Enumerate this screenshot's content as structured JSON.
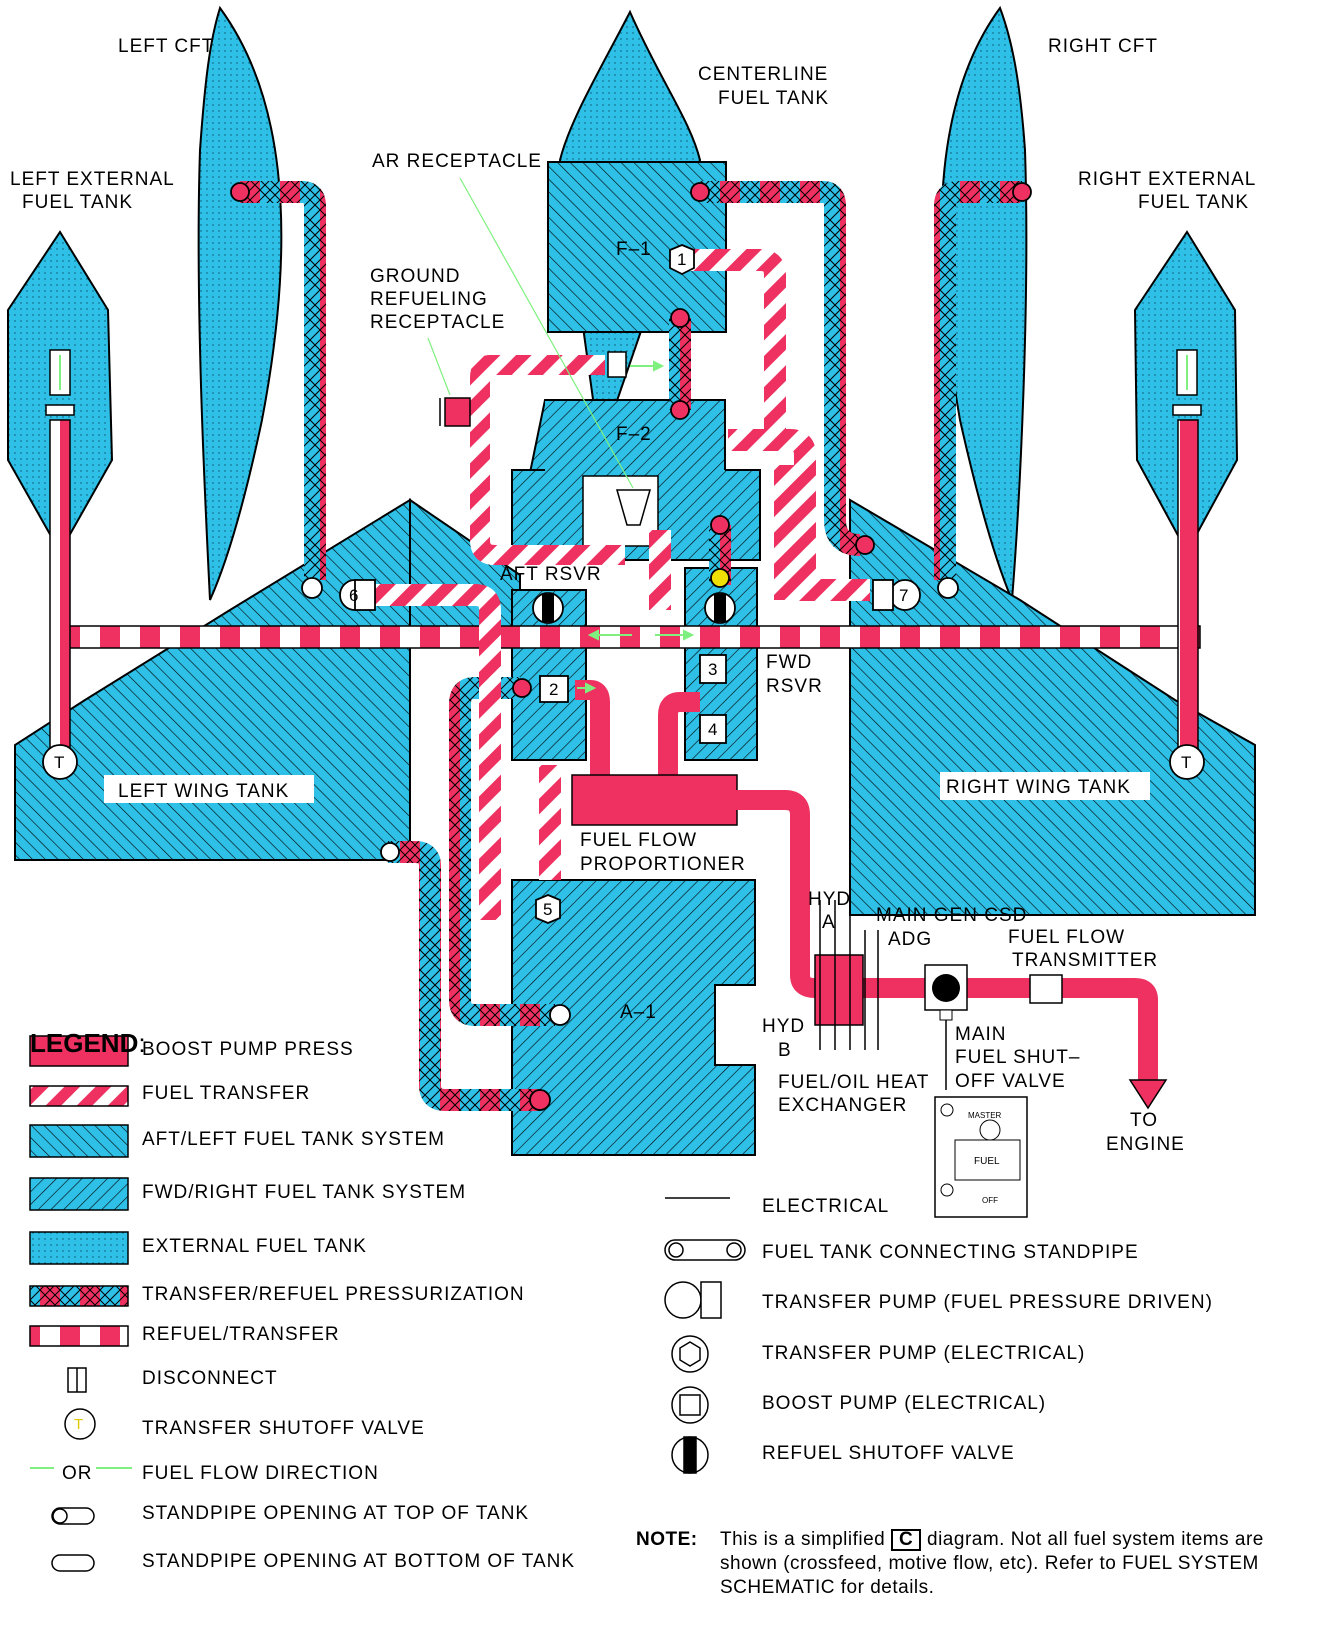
{
  "colors": {
    "tank_blue": "#2ec0e6",
    "pressure_pink": "#ee3160",
    "outline": "#000000",
    "flow_arrow": "#7ff07f",
    "valve_yellow": "#f0e000"
  },
  "labels": {
    "left_cft": "LEFT CFT",
    "right_cft": "RIGHT CFT",
    "centerline_1": "CENTERLINE",
    "centerline_2": "FUEL TANK",
    "ar_receptacle": "AR RECEPTACLE",
    "left_ext_1": "LEFT EXTERNAL",
    "left_ext_2": "FUEL TANK",
    "right_ext_1": "RIGHT EXTERNAL",
    "right_ext_2": "FUEL TANK",
    "ground_refuel_1": "GROUND",
    "ground_refuel_2": "REFUELING",
    "ground_refuel_3": "RECEPTACLE",
    "f1": "F–1",
    "f2": "F–2",
    "a1": "A–1",
    "aft_rsvr": "AFT RSVR",
    "fwd_rsvr_1": "FWD",
    "fwd_rsvr_2": "RSVR",
    "left_wing": "LEFT WING TANK",
    "right_wing": "RIGHT WING TANK",
    "ffp_1": "FUEL FLOW",
    "ffp_2": "PROPORTIONER",
    "hyd_a_1": "HYD",
    "hyd_a_2": "A",
    "hyd_b_1": "HYD",
    "hyd_b_2": "B",
    "main_gen": "MAIN GEN CSD",
    "adg": "ADG",
    "fft_1": "FUEL FLOW",
    "fft_2": "TRANSMITTER",
    "heat_ex_1": "FUEL/OIL HEAT",
    "heat_ex_2": "EXCHANGER",
    "shutoff_1": "MAIN",
    "shutoff_2": "FUEL SHUT–",
    "shutoff_3": "OFF VALVE",
    "to_engine_1": "TO",
    "to_engine_2": "ENGINE",
    "t_left": "T",
    "t_right": "T",
    "pump_1": "1",
    "pump_2": "2",
    "pump_3": "3",
    "pump_4": "4",
    "pump_5": "5",
    "pump_6": "6",
    "pump_7": "7",
    "switch_master": "MASTER",
    "switch_fuel": "FUEL",
    "switch_off": "OFF"
  },
  "legend": {
    "title": "LEGEND",
    "title_colon": ":",
    "left_items": [
      {
        "icon": "boost-pump-press",
        "text": "BOOST PUMP PRESS"
      },
      {
        "icon": "fuel-transfer",
        "text": "FUEL TRANSFER"
      },
      {
        "icon": "aft-left-tank",
        "text": "AFT/LEFT FUEL TANK SYSTEM"
      },
      {
        "icon": "fwd-right-tank",
        "text": "FWD/RIGHT FUEL TANK SYSTEM"
      },
      {
        "icon": "external-tank",
        "text": "EXTERNAL FUEL TANK"
      },
      {
        "icon": "transfer-refuel-pressurization",
        "text": "TRANSFER/REFUEL PRESSURIZATION"
      },
      {
        "icon": "refuel-transfer",
        "text": "REFUEL/TRANSFER"
      },
      {
        "icon": "disconnect",
        "text": "DISCONNECT"
      },
      {
        "icon": "transfer-shutoff-valve",
        "text": "TRANSFER SHUTOFF VALVE"
      },
      {
        "icon": "fuel-flow-direction",
        "text": "FUEL FLOW DIRECTION",
        "prefix": "OR"
      },
      {
        "icon": "standpipe-top",
        "text": "STANDPIPE OPENING AT TOP OF TANK"
      },
      {
        "icon": "standpipe-bottom",
        "text": "STANDPIPE OPENING AT BOTTOM OF TANK"
      }
    ],
    "right_items": [
      {
        "icon": "electrical",
        "text": "ELECTRICAL"
      },
      {
        "icon": "connecting-standpipe",
        "text": "FUEL TANK CONNECTING STANDPIPE"
      },
      {
        "icon": "transfer-pump-fuel-pressure",
        "text": "TRANSFER PUMP (FUEL PRESSURE DRIVEN)"
      },
      {
        "icon": "transfer-pump-electrical",
        "text": "TRANSFER PUMP (ELECTRICAL)"
      },
      {
        "icon": "boost-pump-electrical",
        "text": "BOOST PUMP (ELECTRICAL)"
      },
      {
        "icon": "refuel-shutoff-valve",
        "text": "REFUEL SHUTOFF VALVE"
      }
    ],
    "t_symbol": "T"
  },
  "note": {
    "label": "NOTE:",
    "before_box": "This is a simplified",
    "box": "C",
    "after_box": "diagram. Not all fuel system items are shown (crossfeed, motive flow, etc). Refer to FUEL SYSTEM SCHEMATIC for details."
  }
}
